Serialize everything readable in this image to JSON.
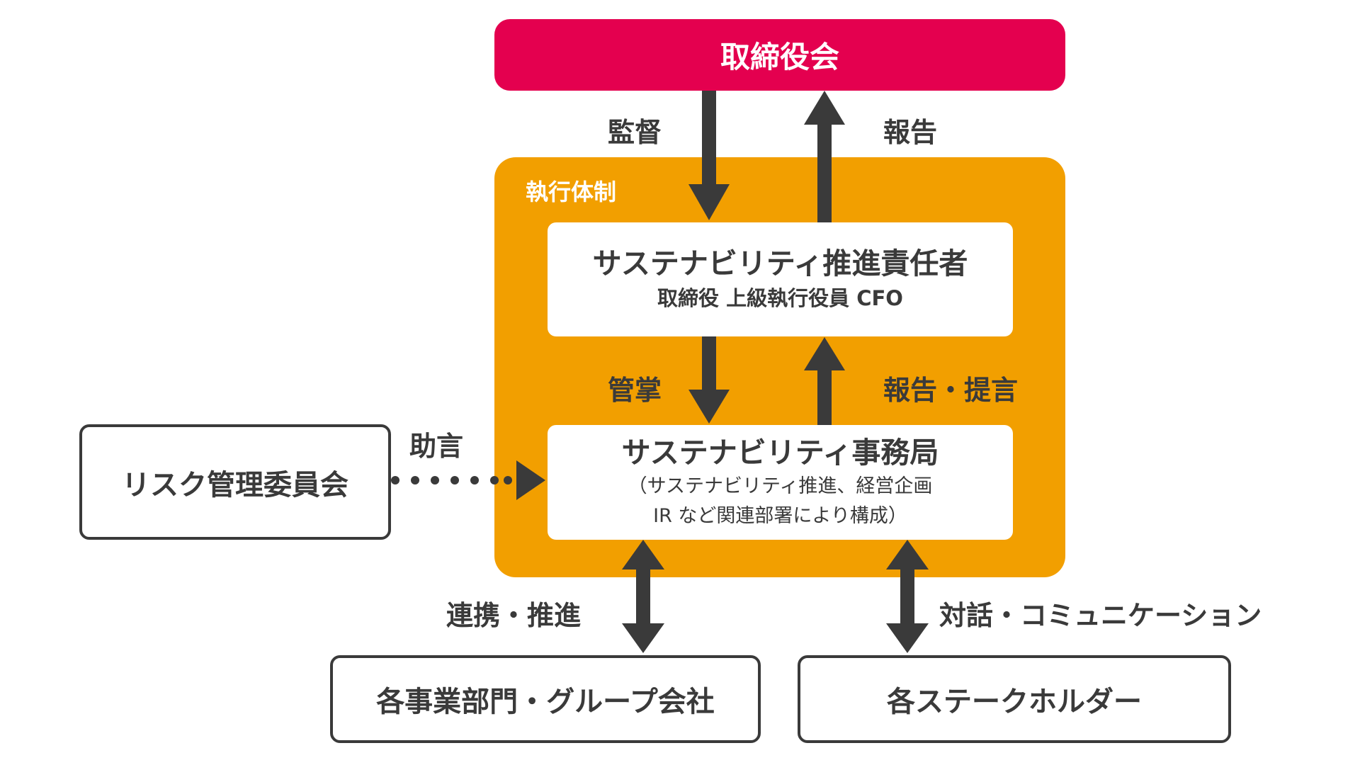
{
  "board": {
    "title": "取締役会"
  },
  "flows": {
    "supervision": "監督",
    "report_top": "報告",
    "management": "管掌",
    "report_proposal": "報告・提言",
    "advice": "助言",
    "collaboration": "連携・推進",
    "dialogue": "対話・コミュニケーション"
  },
  "execution": {
    "title": "執行体制",
    "officer": {
      "title": "サステナビリティ推進責任者",
      "subtitle": "取締役 上級執行役員 CFO"
    },
    "secretariat": {
      "title": "サステナビリティ事務局",
      "note_line1": "（サステナビリティ推進、経営企画",
      "note_line2": "IR など関連部署により構成）"
    }
  },
  "risk_committee": {
    "title": "リスク管理委員会"
  },
  "bottom": {
    "divisions": "各事業部門・グループ会社",
    "stakeholders": "各ステークホルダー"
  },
  "colors": {
    "board_red": "#e4004f",
    "execution_orange": "#f29f00",
    "arrow_dark": "#3a3a3a",
    "text_dark": "#3a3a3a",
    "white": "#ffffff"
  }
}
